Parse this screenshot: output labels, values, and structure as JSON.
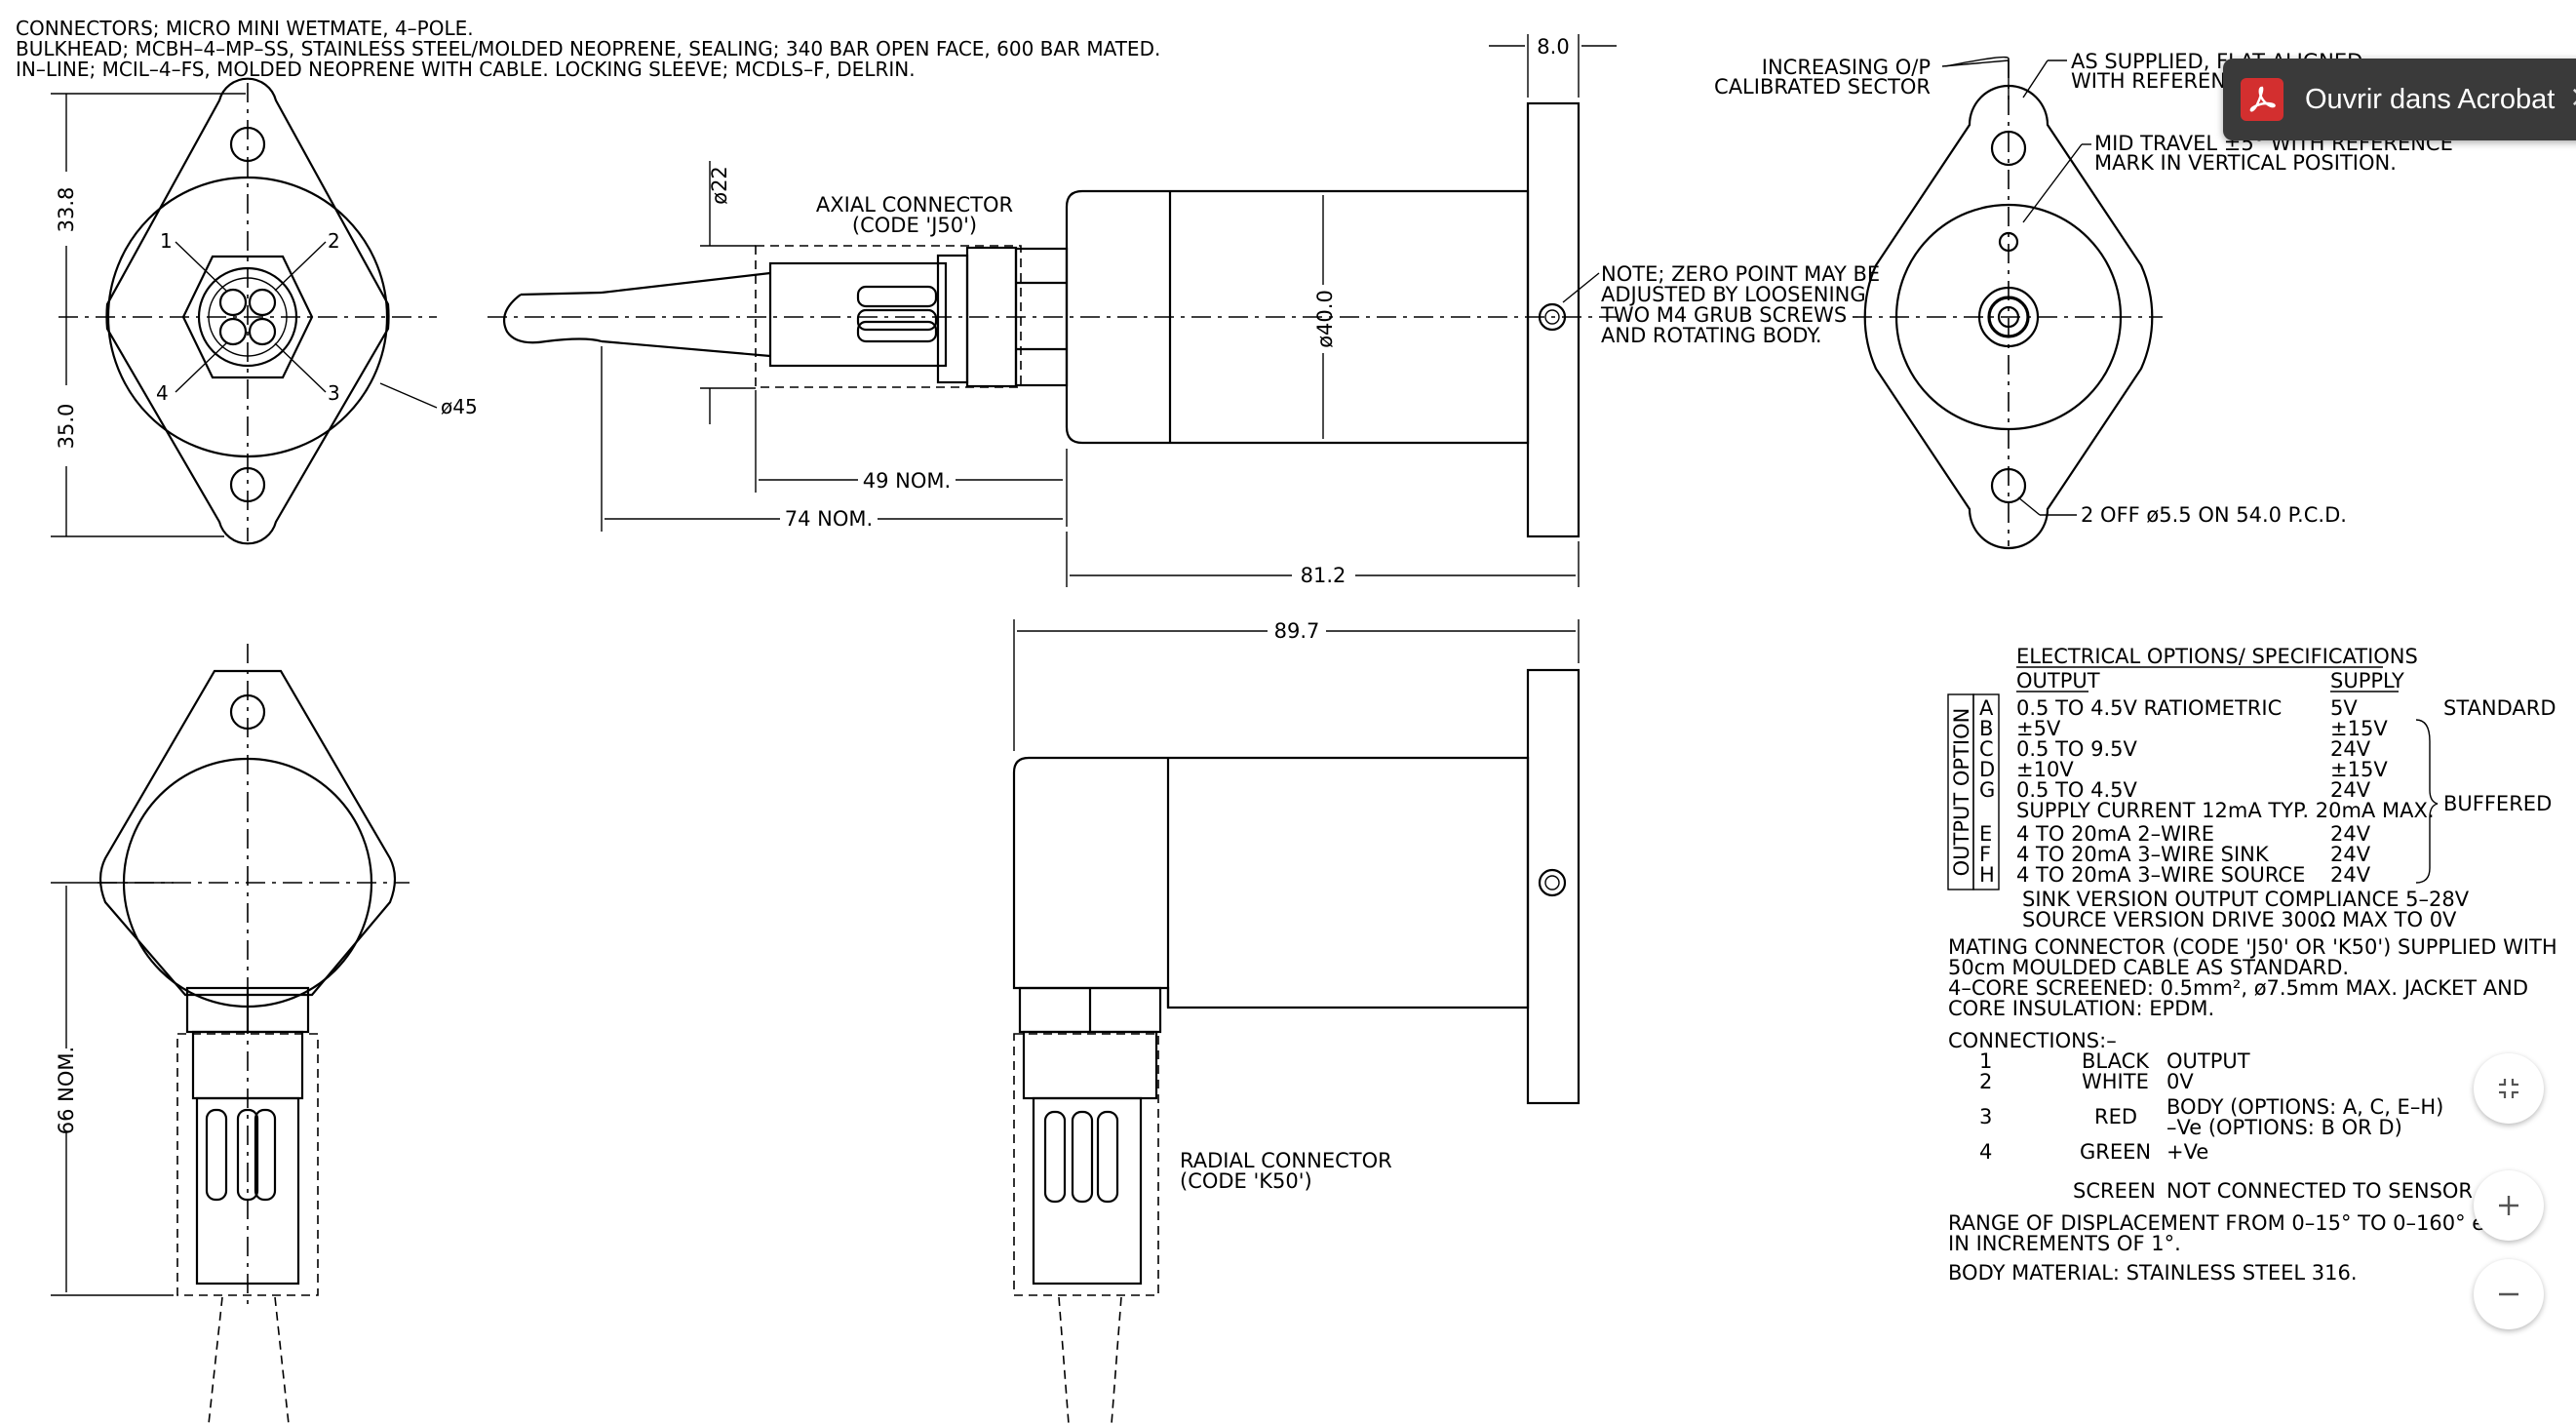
{
  "viewer": {
    "open_in_acrobat_label": "Ouvrir dans Acrobat",
    "close_symbol": "×",
    "icons": [
      "acrobat-pdf-icon",
      "fit-page-icon",
      "zoom-in-icon",
      "zoom-out-icon"
    ],
    "accent": "#d32f2f"
  },
  "drawing": {
    "header_notes": [
      "CONNECTORS; MICRO MINI WETMATE, 4–POLE.",
      "BULKHEAD; MCBH–4–MP–SS, STAINLESS STEEL/MOLDED NEOPRENE, SEALING; 340 BAR OPEN FACE, 600 BAR MATED.",
      "IN–LINE; MCIL–4–FS, MOLDED NEOPRENE WITH CABLE. LOCKING SLEEVE; MCDLS–F, DELRIN."
    ],
    "front_view": {
      "dim_upper": "33.8",
      "dim_lower": "35.0",
      "dia_flange": "ø45",
      "pins": [
        "1",
        "2",
        "3",
        "4"
      ]
    },
    "axial": {
      "label": [
        "AXIAL CONNECTOR",
        "(CODE 'J50')"
      ],
      "dia_cable": "ø22",
      "dim_49": "49 NOM.",
      "dim_74": "74 NOM.",
      "dia_body": "ø40.0",
      "dim_81": "81.2",
      "dim_8": "8.0"
    },
    "zero_note": [
      "NOTE; ZERO POINT MAY BE",
      "ADJUSTED BY LOOSENING",
      "TWO M4 GRUB SCREWS",
      "AND ROTATING BODY."
    ],
    "rear_view": {
      "sector_label": [
        "INCREASING O/P",
        "CALIBRATED SECTOR"
      ],
      "supplied_label": [
        "AS SUPPLIED, FLAT ALIGNED",
        "WITH REFERENCE"
      ],
      "mid_travel_label": [
        "MID TRAVEL ±5° WITH REFERENCE",
        "MARK IN VERTICAL POSITION."
      ],
      "holes_label": "2 OFF ø5.5 ON 54.0 P.C.D."
    },
    "radial": {
      "dim_89": "89.7",
      "dim_66": "66 NOM.",
      "label": [
        "RADIAL CONNECTOR",
        "(CODE 'K50')"
      ]
    },
    "spec": {
      "title": "ELECTRICAL OPTIONS/ SPECIFICATIONS",
      "col_output": "OUTPUT",
      "col_supply": "SUPPLY",
      "side_label": "OUTPUT OPTION",
      "rows": [
        {
          "code": "A",
          "output": "0.5  TO  4.5V  RATIOMETRIC",
          "supply": "5V"
        },
        {
          "code": "B",
          "output": "±5V",
          "supply": "±15V"
        },
        {
          "code": "C",
          "output": "0.5  TO  9.5V",
          "supply": "24V"
        },
        {
          "code": "D",
          "output": "±10V",
          "supply": "±15V"
        },
        {
          "code": "G",
          "output": "0.5  TO  4.5V",
          "supply": "24V"
        }
      ],
      "supply_current": "SUPPLY  CURRENT  12mA  TYP.  20mA  MAX.",
      "rows2": [
        {
          "code": "E",
          "output": "4  TO  20mA  2–WIRE",
          "supply": "24V"
        },
        {
          "code": "F",
          "output": "4  TO  20mA  3–WIRE  SINK",
          "supply": "24V"
        },
        {
          "code": "H",
          "output": "4  TO  20mA  3–WIRE  SOURCE",
          "supply": "24V"
        }
      ],
      "standard": "STANDARD",
      "buffered": "BUFFERED",
      "sink_note": "SINK  VERSION  OUTPUT  COMPLIANCE  5–28V",
      "source_note": "SOURCE  VERSION  DRIVE  300Ω  MAX  TO  0V",
      "mating": [
        "MATING  CONNECTOR  (CODE  'J50'  OR  'K50')  SUPPLIED  WITH",
        "50cm  MOULDED  CABLE  AS  STANDARD.",
        "4–CORE  SCREENED:  0.5mm²,  ø7.5mm  MAX.  JACKET  AND",
        "CORE  INSULATION:  EPDM."
      ],
      "connections_title": "CONNECTIONS:–",
      "connections": [
        {
          "n": "1",
          "color": "BLACK",
          "desc": "OUTPUT",
          "desc2": ""
        },
        {
          "n": "2",
          "color": "WHITE",
          "desc": "0V",
          "desc2": ""
        },
        {
          "n": "3",
          "color": "RED",
          "desc": "BODY  (OPTIONS:  A,  C,  E–H)",
          "desc2": "–Ve   (OPTIONS:  B  OR  D)"
        },
        {
          "n": "4",
          "color": "GREEN",
          "desc": "+Ve",
          "desc2": ""
        }
      ],
      "screen_label": "SCREEN",
      "screen_desc": "NOT  CONNECTED  TO  SENSOR",
      "range": [
        "RANGE  OF  DISPLACEMENT  FROM  0–15°  TO  0–160°  e.g.",
        "IN  INCREMENTS  OF  1°."
      ],
      "material": "BODY  MATERIAL:  STAINLESS  STEEL  316."
    }
  }
}
